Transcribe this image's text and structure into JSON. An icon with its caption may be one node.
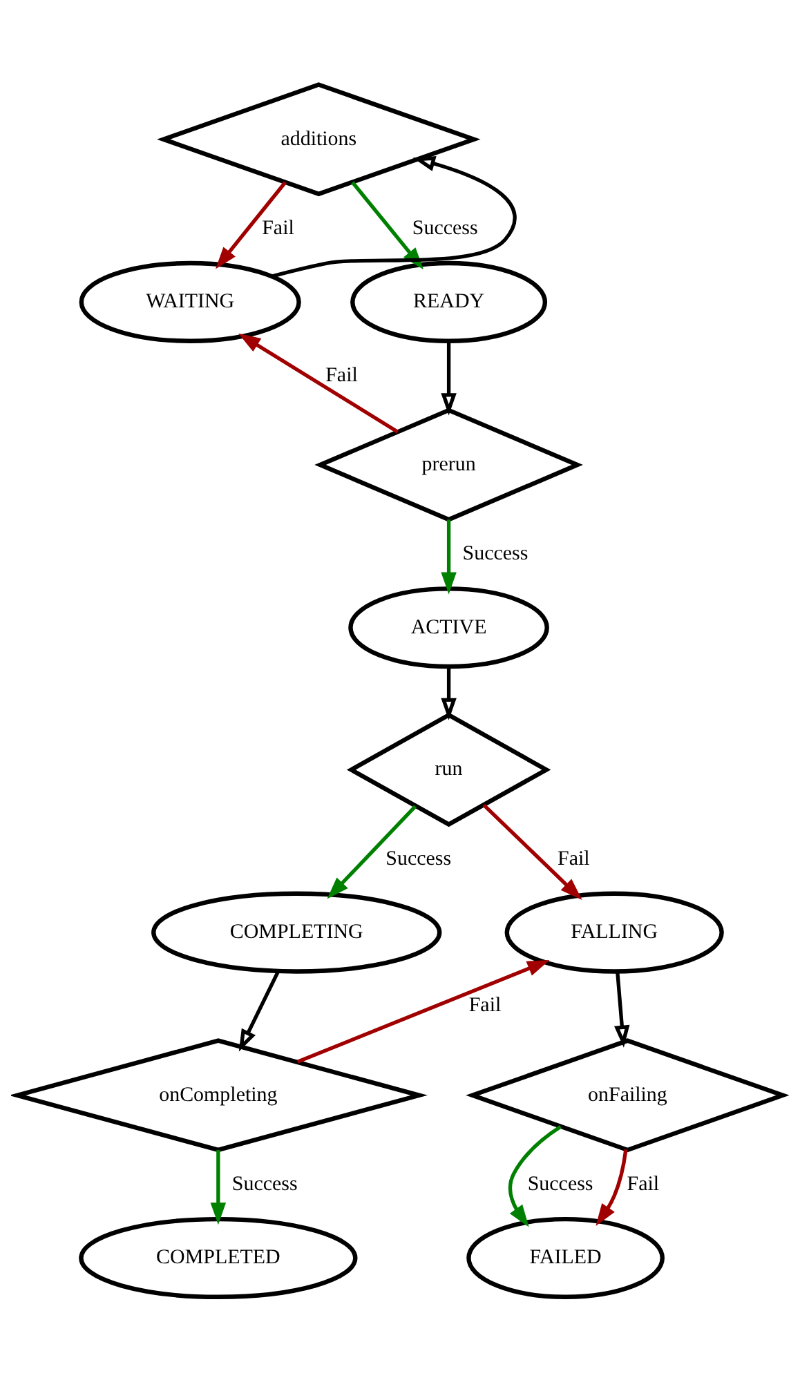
{
  "diagram": {
    "nodes": [
      {
        "text": [
          "additions"
        ]
      },
      {
        "text": [
          "WAITING"
        ]
      },
      {
        "text": [
          "READY"
        ]
      },
      {
        "text": [
          "prerun"
        ]
      },
      {
        "text": [
          "ACTIVE"
        ]
      },
      {
        "text": [
          "run"
        ]
      },
      {
        "text": [
          "COMPLETING"
        ]
      },
      {
        "text": [
          "FALLING"
        ]
      },
      {
        "text": [
          "onCompleting"
        ]
      },
      {
        "text": [
          "onFailing"
        ]
      },
      {
        "text": [
          "COMPLETED"
        ]
      },
      {
        "text": [
          "FAILED"
        ]
      }
    ],
    "edges": [
      {
        "from": 1,
        "to": 0,
        "arrow": "to"
      },
      {
        "from": 0,
        "to": 2,
        "arrow": "to",
        "label": "Success",
        "color": "#008000"
      },
      {
        "from": 0,
        "to": 1,
        "arrow": "to",
        "label": "Fail",
        "color": "#a00000"
      },
      {
        "from": 2,
        "to": 3,
        "arrow": "to"
      },
      {
        "from": 3,
        "to": 1,
        "arrow": "to",
        "label": "Fail",
        "color": "#a00000"
      },
      {
        "from": 3,
        "to": 4,
        "arrow": "to",
        "label": "Success",
        "color": "#008000"
      },
      {
        "from": 4,
        "to": 5,
        "arrow": "to"
      },
      {
        "from": 5,
        "to": 6,
        "arrow": "to",
        "label": "Success",
        "color": "#008000"
      },
      {
        "from": 5,
        "to": 7,
        "arrow": "to",
        "label": "Fail",
        "color": "#a00000"
      },
      {
        "from": 6,
        "to": 8,
        "arrow": "to"
      },
      {
        "from": 8,
        "to": 7,
        "arrow": "to",
        "label": "Fail",
        "color": "#a00000"
      },
      {
        "from": 8,
        "to": 10,
        "arrow": "to",
        "label": "Success",
        "color": "#008000"
      },
      {
        "from": 7,
        "to": 9,
        "arrow": "to"
      },
      {
        "from": 9,
        "to": 11,
        "arrow": "to",
        "label": "Success",
        "color": "#008000"
      },
      {
        "from": 9,
        "to": 11,
        "arrow": "to",
        "label": "Fail",
        "color": "#a00000"
      }
    ]
  }
}
